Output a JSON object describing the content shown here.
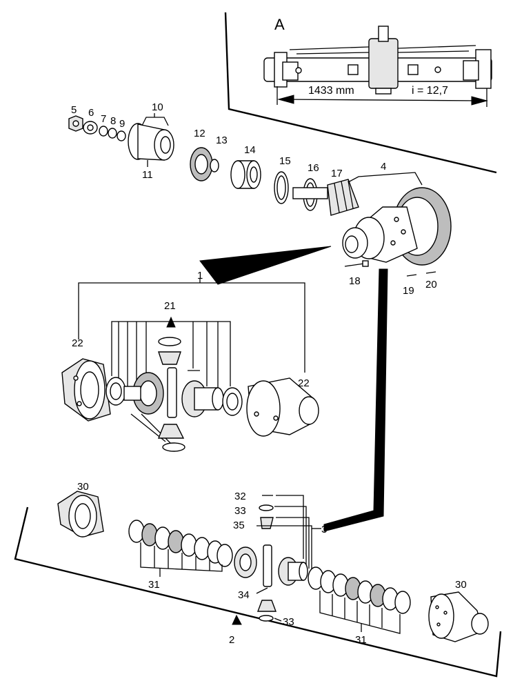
{
  "inset": {
    "letter": "A",
    "dimension": "1433 mm",
    "ratio": "i = 12,7"
  },
  "callouts": [
    "1",
    "2",
    "3",
    "4",
    "5",
    "6",
    "7",
    "8",
    "9",
    "10",
    "11",
    "12",
    "13",
    "14",
    "15",
    "16",
    "17",
    "18",
    "19",
    "20",
    "21",
    "22",
    "22",
    "30",
    "30",
    "31",
    "31",
    "32",
    "33",
    "33",
    "34",
    "35"
  ]
}
